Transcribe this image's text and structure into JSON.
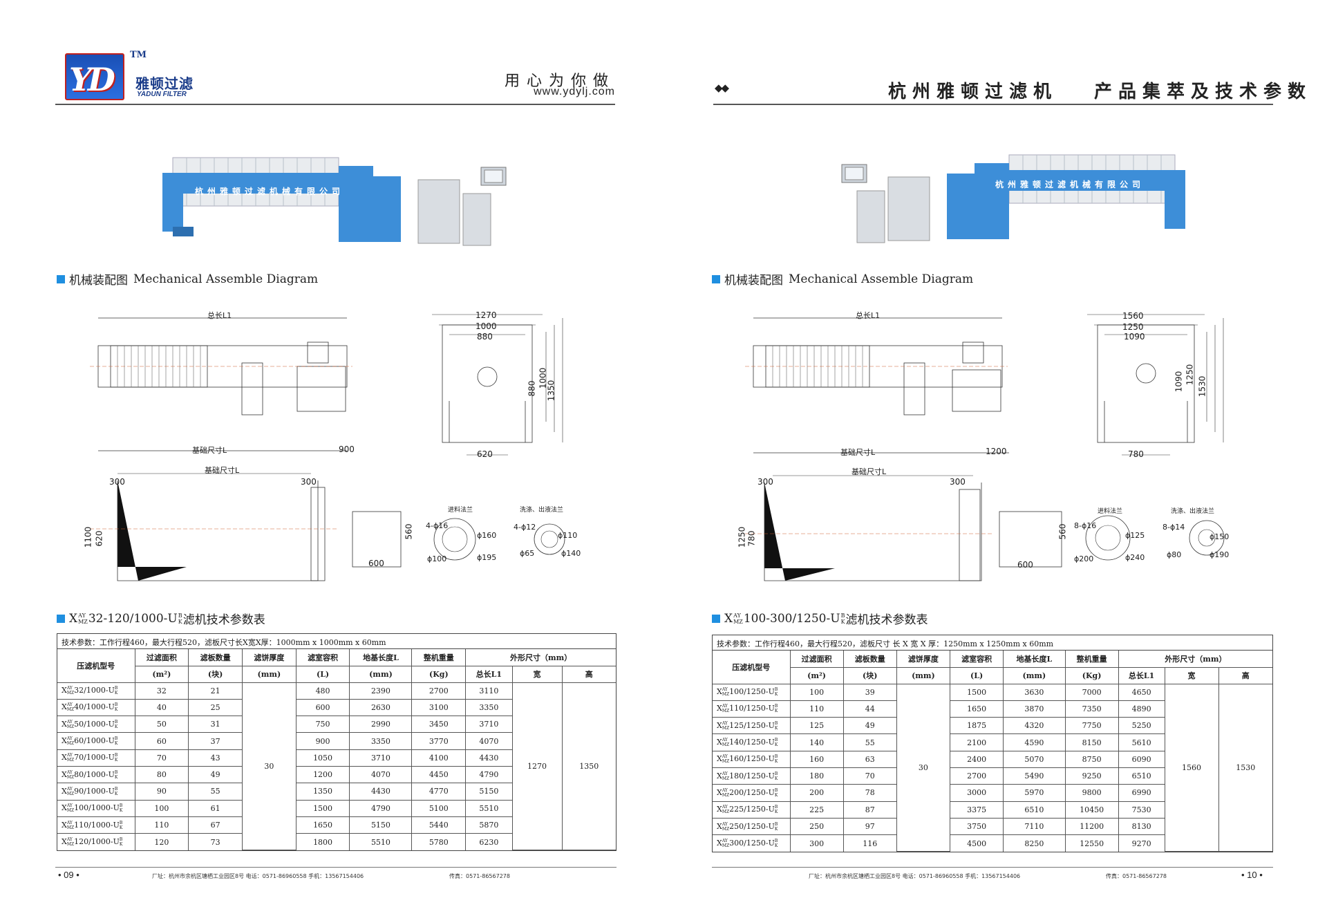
{
  "brand": {
    "tm": "TM",
    "letters": "YD",
    "name_cn": "雅顿过滤",
    "name_en": "YADUN FILTER"
  },
  "left_header": {
    "slogan": "用心为你做",
    "website": "www.ydylj.com"
  },
  "right_header": {
    "diamonds": "◆◆",
    "title": "杭州雅顿过滤机　 产品集萃及技术参数"
  },
  "machine_label": "杭州雅顿过滤机械有限公司",
  "section_mech": {
    "cn": "机械装配图",
    "en": "Mechanical Assemble Diagram"
  },
  "left_drawing": {
    "total_length": "总长L1",
    "foundation": "基础尺寸L",
    "dim_900": "900",
    "side_w1": "1270",
    "side_w2": "1000",
    "side_w3": "880",
    "side_h1": "880",
    "side_h2": "1000",
    "side_h3": "1350",
    "side_b": "620",
    "found_title": "基础尺寸L",
    "f300a": "300",
    "f300b": "300",
    "f1100": "1100",
    "f620": "620",
    "f600": "600",
    "f560": "560",
    "flange1_title": "进料法兰",
    "flange1_a": "4-ϕ16",
    "flange1_b": "ϕ160",
    "flange1_c": "ϕ100",
    "flange1_d": "ϕ195",
    "flange2_title": "洗涤、出液法兰",
    "flange2_a": "4-ϕ12",
    "flange2_b": "ϕ110",
    "flange2_c": "ϕ65",
    "flange2_d": "ϕ140"
  },
  "right_drawing": {
    "total_length": "总长L1",
    "foundation": "基础尺寸L",
    "dim_1200": "1200",
    "side_w1": "1560",
    "side_w2": "1250",
    "side_w3": "1090",
    "side_h1": "1090",
    "side_h2": "1250",
    "side_h3": "1530",
    "side_b": "780",
    "found_title": "基础尺寸L",
    "f300a": "300",
    "f300b": "300",
    "f1250": "1250",
    "f780": "780",
    "f600": "600",
    "f560": "560",
    "flange1_title": "进料法兰",
    "flange1_a": "8-ϕ16",
    "flange1_b": "ϕ125",
    "flange1_c": "ϕ200",
    "flange1_d": "ϕ240",
    "flange2_title": "洗涤、出液法兰",
    "flange2_a": "8-ϕ14",
    "flange2_b": "ϕ150",
    "flange2_c": "ϕ80",
    "flange2_d": "ϕ190"
  },
  "left_table": {
    "title_prefix": "X",
    "title_sup": "AY",
    "title_sub": "MZ",
    "title_mid": "32-120/1000-U",
    "title_sup2": "B",
    "title_sub2": "K",
    "title_suffix": "滤机技术参数表",
    "note": "技术参数：工作行程460，最大行程520，滤板尺寸长X宽X厚：1000mm x 1000mm x 60mm",
    "headers": {
      "model": "压滤机型号",
      "area": "过滤面积",
      "area_u": "(m²)",
      "plates": "滤板数量",
      "plates_u": "(块)",
      "cake": "滤饼厚度",
      "cake_u": "(mm)",
      "volume": "滤室容积",
      "volume_u": "(L)",
      "base": "地基长度L",
      "base_u": "(mm)",
      "weight": "整机重量",
      "weight_u": "(Kg)",
      "outer": "外形尺寸（mm）",
      "len": "总长L1",
      "wid": "宽",
      "hei": "高"
    },
    "cake": "30",
    "width": "1270",
    "height": "1350",
    "rows": [
      {
        "model": "32/1000-U",
        "area": "32",
        "plates": "21",
        "volume": "480",
        "base": "2390",
        "weight": "2700",
        "len": "3110"
      },
      {
        "model": "40/1000-U",
        "area": "40",
        "plates": "25",
        "volume": "600",
        "base": "2630",
        "weight": "3100",
        "len": "3350"
      },
      {
        "model": "50/1000-U",
        "area": "50",
        "plates": "31",
        "volume": "750",
        "base": "2990",
        "weight": "3450",
        "len": "3710"
      },
      {
        "model": "60/1000-U",
        "area": "60",
        "plates": "37",
        "volume": "900",
        "base": "3350",
        "weight": "3770",
        "len": "4070"
      },
      {
        "model": "70/1000-U",
        "area": "70",
        "plates": "43",
        "volume": "1050",
        "base": "3710",
        "weight": "4100",
        "len": "4430"
      },
      {
        "model": "80/1000-U",
        "area": "80",
        "plates": "49",
        "volume": "1200",
        "base": "4070",
        "weight": "4450",
        "len": "4790"
      },
      {
        "model": "90/1000-U",
        "area": "90",
        "plates": "55",
        "volume": "1350",
        "base": "4430",
        "weight": "4770",
        "len": "5150"
      },
      {
        "model": "100/1000-U",
        "area": "100",
        "plates": "61",
        "volume": "1500",
        "base": "4790",
        "weight": "5100",
        "len": "5510"
      },
      {
        "model": "110/1000-U",
        "area": "110",
        "plates": "67",
        "volume": "1650",
        "base": "5150",
        "weight": "5440",
        "len": "5870"
      },
      {
        "model": "120/1000-U",
        "area": "120",
        "plates": "73",
        "volume": "1800",
        "base": "5510",
        "weight": "5780",
        "len": "6230"
      }
    ]
  },
  "right_table": {
    "title_prefix": "X",
    "title_sup": "AY",
    "title_sub": "MZ",
    "title_mid": "100-300/1250-U",
    "title_sup2": "B",
    "title_sub2": "K",
    "title_suffix": "滤机技术参数表",
    "note": "技术参数：工作行程460，最大行程520，滤板尺寸 长 X 宽 X 厚：1250mm x 1250mm x 60mm",
    "headers": {
      "model": "压滤机型号",
      "area": "过滤面积",
      "area_u": "(m²)",
      "plates": "滤板数量",
      "plates_u": "(块)",
      "cake": "滤饼厚度",
      "cake_u": "(mm)",
      "volume": "滤室容积",
      "volume_u": "(L)",
      "base": "地基长度L",
      "base_u": "(mm)",
      "weight": "整机重量",
      "weight_u": "(Kg)",
      "outer": "外形尺寸（mm）",
      "len": "总长L1",
      "wid": "宽",
      "hei": "高"
    },
    "cake": "30",
    "width": "1560",
    "height": "1530",
    "rows": [
      {
        "model": "100/1250-U",
        "area": "100",
        "plates": "39",
        "volume": "1500",
        "base": "3630",
        "weight": "7000",
        "len": "4650"
      },
      {
        "model": "110/1250-U",
        "area": "110",
        "plates": "44",
        "volume": "1650",
        "base": "3870",
        "weight": "7350",
        "len": "4890"
      },
      {
        "model": "125/1250-U",
        "area": "125",
        "plates": "49",
        "volume": "1875",
        "base": "4320",
        "weight": "7750",
        "len": "5250"
      },
      {
        "model": "140/1250-U",
        "area": "140",
        "plates": "55",
        "volume": "2100",
        "base": "4590",
        "weight": "8150",
        "len": "5610"
      },
      {
        "model": "160/1250-U",
        "area": "160",
        "plates": "63",
        "volume": "2400",
        "base": "5070",
        "weight": "8750",
        "len": "6090"
      },
      {
        "model": "180/1250-U",
        "area": "180",
        "plates": "70",
        "volume": "2700",
        "base": "5490",
        "weight": "9250",
        "len": "6510"
      },
      {
        "model": "200/1250-U",
        "area": "200",
        "plates": "78",
        "volume": "3000",
        "base": "5970",
        "weight": "9800",
        "len": "6990"
      },
      {
        "model": "225/1250-U",
        "area": "225",
        "plates": "87",
        "volume": "3375",
        "base": "6510",
        "weight": "10450",
        "len": "7530"
      },
      {
        "model": "250/1250-U",
        "area": "250",
        "plates": "97",
        "volume": "3750",
        "base": "7110",
        "weight": "11200",
        "len": "8130"
      },
      {
        "model": "300/1250-U",
        "area": "300",
        "plates": "116",
        "volume": "4500",
        "base": "8250",
        "weight": "12550",
        "len": "9270"
      }
    ]
  },
  "left_footer": {
    "address": "厂址：杭州市余杭区塘栖工业园区8号  电话：0571-86960558  手机：13567154406",
    "fax": "传真：0571-86567278",
    "page": "• 09 •"
  },
  "right_footer": {
    "address": "厂址：杭州市余杭区塘栖工业园区8号  电话：0571-86960558  手机：13567154406",
    "fax": "传真：0571-86567278",
    "page": "• 10 •"
  },
  "colors": {
    "machine_blue": "#3d8ed8",
    "accent_square": "#1f8fe0",
    "logo_blue": "#1a3c8a",
    "logo_red": "#c0201e"
  }
}
